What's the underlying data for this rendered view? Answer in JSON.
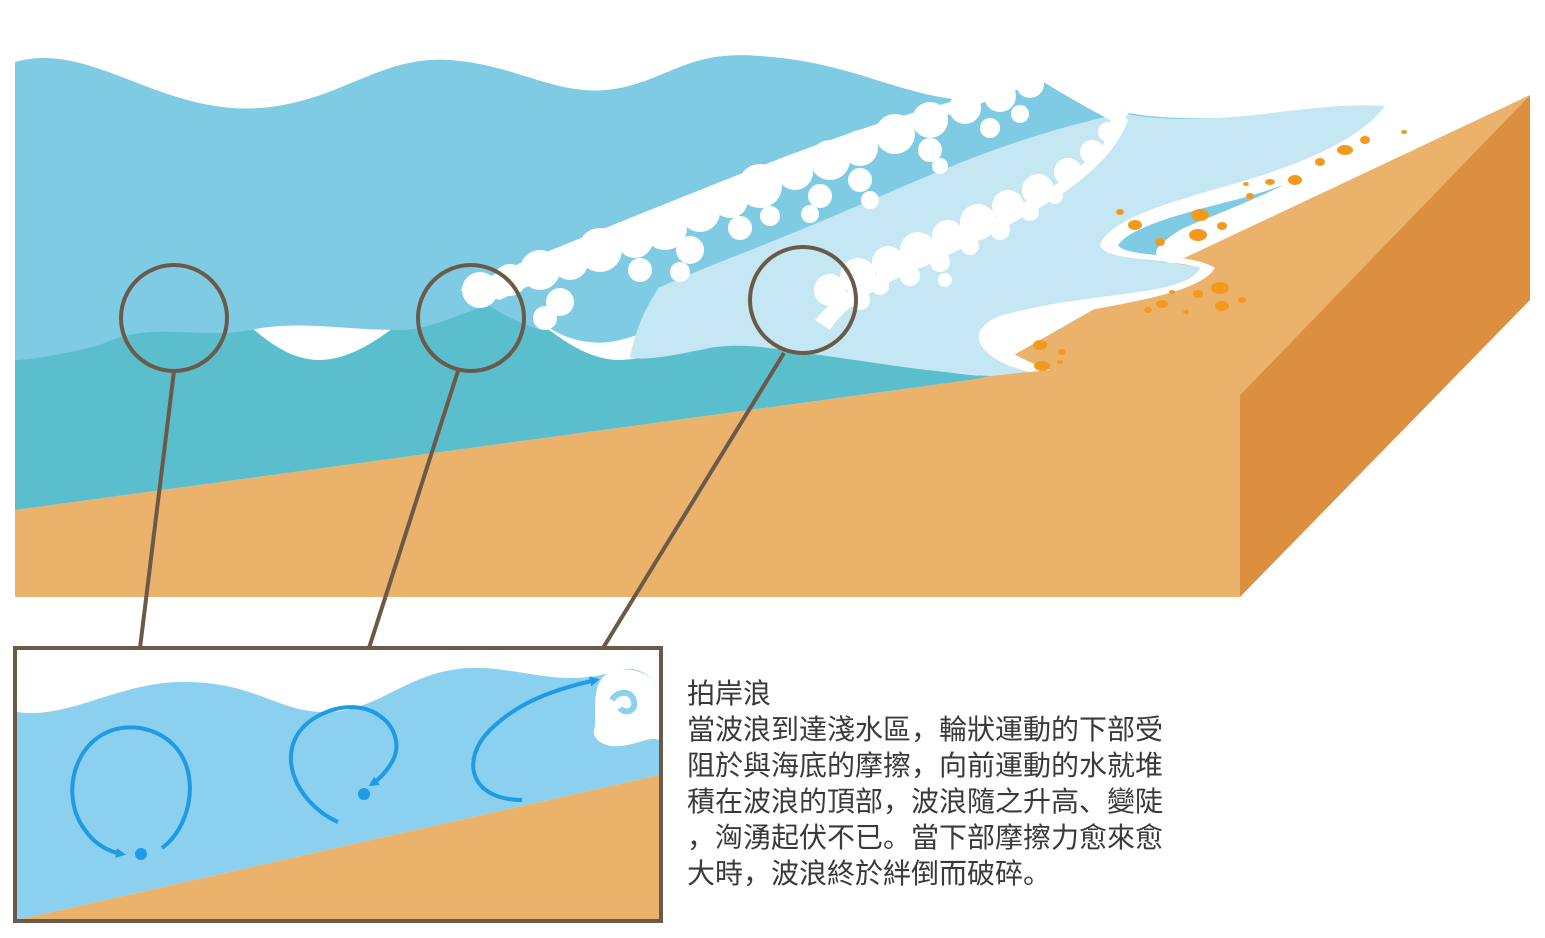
{
  "caption": {
    "title": "拍岸浪",
    "lines": [
      "當波浪到達淺水區，輪狀運動的下部受",
      "阻於與海底的摩擦，向前運動的水就堆",
      "積在波浪的頂部，波浪隨之升高、變陡",
      "，洶湧起伏不已。當下部摩擦力愈來愈",
      "大時，波浪終於絆倒而破碎。"
    ]
  },
  "colors": {
    "sea_surface": "#7ecbe3",
    "sea_deep": "#5bbecd",
    "surf_foam": "#ffffff",
    "surf_wash": "#c5e7f4",
    "sand_top": "#ebb26c",
    "sand_side": "#dd8f40",
    "sand_spots": "#f39a1e",
    "callout_line": "#6b5a48",
    "inset_water": "#8bd0ee",
    "orbit_arrow": "#1e9be4",
    "text": "#3a3a3a"
  }
}
